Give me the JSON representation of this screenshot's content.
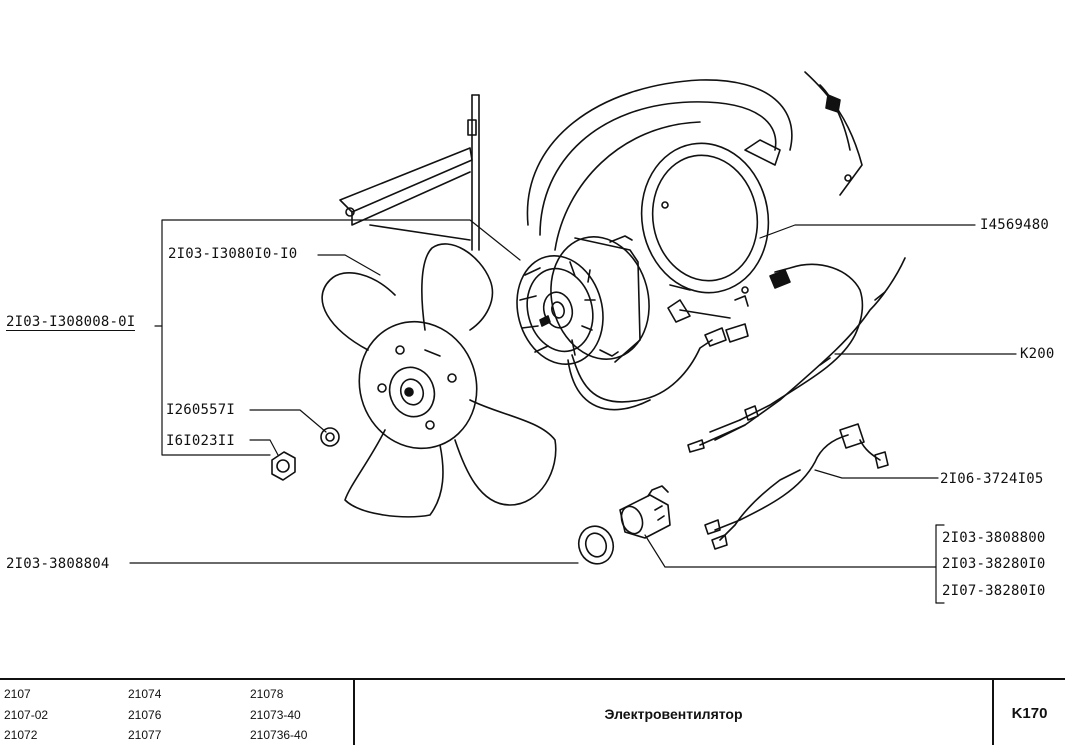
{
  "labels": {
    "fan_assembly": "2I03-I308008-0I",
    "impeller": "2I03-I3080I0-I0",
    "washer": "I260557I",
    "nut": "I6I023II",
    "gasket": "2I03-3808804",
    "shroud_ring": "I4569480",
    "harness": "K200",
    "wire_loop": "2I06-3724I05",
    "sensor_1": "2I03-3808800",
    "sensor_2": "2I03-38280I0",
    "sensor_3": "2I07-38280I0"
  },
  "footer": {
    "models": [
      [
        "2107",
        "21074",
        "21078"
      ],
      [
        "2107-02",
        "21076",
        "21073-40"
      ],
      [
        "21072",
        "21077",
        "210736-40"
      ]
    ],
    "title": "Электровентилятор",
    "code": "K170"
  }
}
